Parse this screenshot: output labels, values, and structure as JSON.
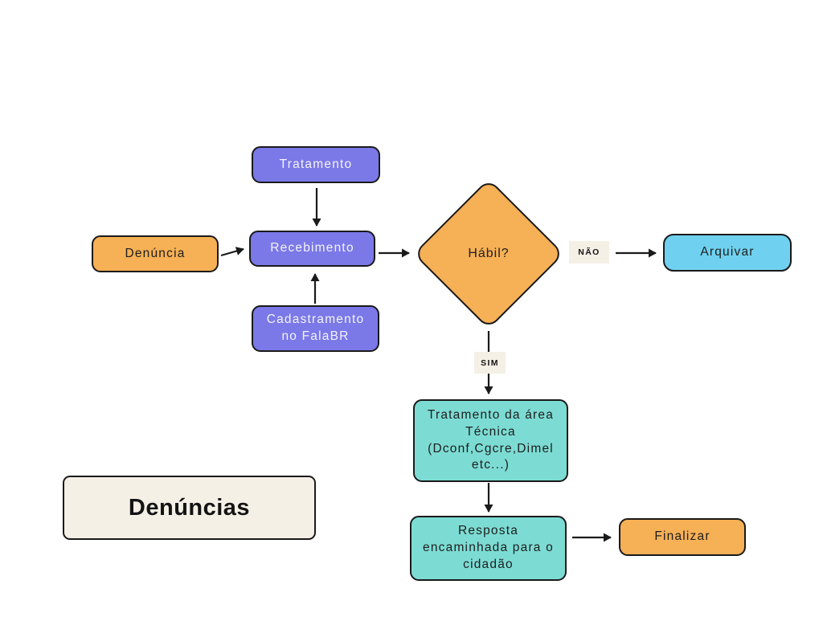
{
  "page": {
    "background": "#ffffff"
  },
  "diagram": {
    "title": "Denúncias",
    "nodes": {
      "tratamento": {
        "label": "Tratamento",
        "shape": "rounded-rect",
        "fill": "#7b78e8",
        "text_color": "#f4f4f8"
      },
      "denuncia": {
        "label": "Denúncia",
        "shape": "rounded-rect",
        "fill": "#f6b055",
        "text_color": "#202020"
      },
      "recebimento": {
        "label": "Recebimento",
        "shape": "rounded-rect",
        "fill": "#7b78e8",
        "text_color": "#f4f4f8"
      },
      "cadastramento": {
        "label": "Cadastramento\nno FalaBR",
        "shape": "rounded-rect",
        "fill": "#7b78e8",
        "text_color": "#f4f4f8"
      },
      "habil": {
        "label": "Hábil?",
        "shape": "diamond",
        "fill": "#f6b055",
        "text_color": "#202020"
      },
      "arquivar": {
        "label": "Arquivar",
        "shape": "rounded-rect",
        "fill": "#6fd1ef",
        "text_color": "#202020"
      },
      "tratamento_area": {
        "label": "Tratamento da área\nTécnica\n(Dconf,Cgcre,Dimel\netc...)",
        "shape": "rounded-rect",
        "fill": "#7cdcd4",
        "text_color": "#202020"
      },
      "resposta": {
        "label": "Resposta\nencaminhada para o\ncidadão",
        "shape": "rounded-rect",
        "fill": "#7cdcd4",
        "text_color": "#202020"
      },
      "finalizar": {
        "label": "Finalizar",
        "shape": "rounded-rect",
        "fill": "#f6b055",
        "text_color": "#202020"
      }
    },
    "edge_labels": {
      "nao": "NÃO",
      "sim": "SIM"
    },
    "edges": [
      {
        "from": "tratamento",
        "to": "recebimento",
        "label": ""
      },
      {
        "from": "denuncia",
        "to": "recebimento",
        "label": ""
      },
      {
        "from": "cadastramento",
        "to": "recebimento",
        "label": ""
      },
      {
        "from": "recebimento",
        "to": "habil",
        "label": ""
      },
      {
        "from": "habil",
        "to": "arquivar",
        "label": "NÃO"
      },
      {
        "from": "habil",
        "to": "tratamento_area",
        "label": "SIM"
      },
      {
        "from": "tratamento_area",
        "to": "resposta",
        "label": ""
      },
      {
        "from": "resposta",
        "to": "finalizar",
        "label": ""
      }
    ],
    "colors": {
      "purple": "#7b78e8",
      "orange": "#f6b055",
      "teal": "#7cdcd4",
      "sky_blue": "#6fd1ef",
      "cream": "#f5f0e6",
      "outline": "#1a1a1a",
      "arrow": "#1a1a1a"
    }
  }
}
